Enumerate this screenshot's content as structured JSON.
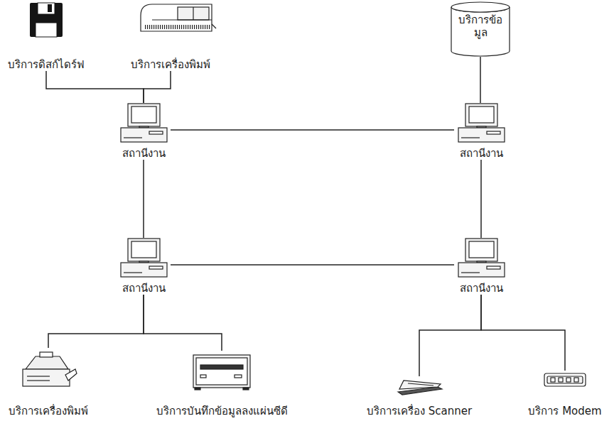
{
  "diagram": {
    "nodes": [
      {
        "text": [
          "บริการดิสก์ไดร์ฟ"
        ]
      },
      {
        "text": [
          "บริการเครื่องพิมพ์"
        ]
      },
      {
        "text": [
          "บริการข้อ มูล"
        ]
      },
      {
        "text": [
          "สถานีงาน"
        ]
      },
      {
        "text": [
          "สถานีงาน"
        ]
      },
      {
        "text": [
          "สถานีงาน"
        ]
      },
      {
        "text": [
          "สถานีงาน"
        ]
      },
      {
        "text": [
          "บริการเครื่องพิมพ์"
        ]
      },
      {
        "text": [
          "บริการบันทึกข้อมูลลงแผ่นซีดี"
        ]
      },
      {
        "text": [
          "บริการเครื่อง Scanner"
        ]
      },
      {
        "text": [
          "บริการ Modem"
        ]
      }
    ],
    "edges": [
      {
        "from": 0,
        "to": 3,
        "arrow": "none"
      },
      {
        "from": 1,
        "to": 3,
        "arrow": "none"
      },
      {
        "from": 2,
        "to": 4,
        "arrow": "none"
      },
      {
        "from": 3,
        "to": 4,
        "arrow": "none"
      },
      {
        "from": 3,
        "to": 5,
        "arrow": "none"
      },
      {
        "from": 4,
        "to": 6,
        "arrow": "none"
      },
      {
        "from": 5,
        "to": 6,
        "arrow": "none"
      },
      {
        "from": 5,
        "to": 7,
        "arrow": "none"
      },
      {
        "from": 5,
        "to": 8,
        "arrow": "none"
      },
      {
        "from": 6,
        "to": 9,
        "arrow": "none"
      },
      {
        "from": 6,
        "to": 10,
        "arrow": "none"
      }
    ]
  }
}
